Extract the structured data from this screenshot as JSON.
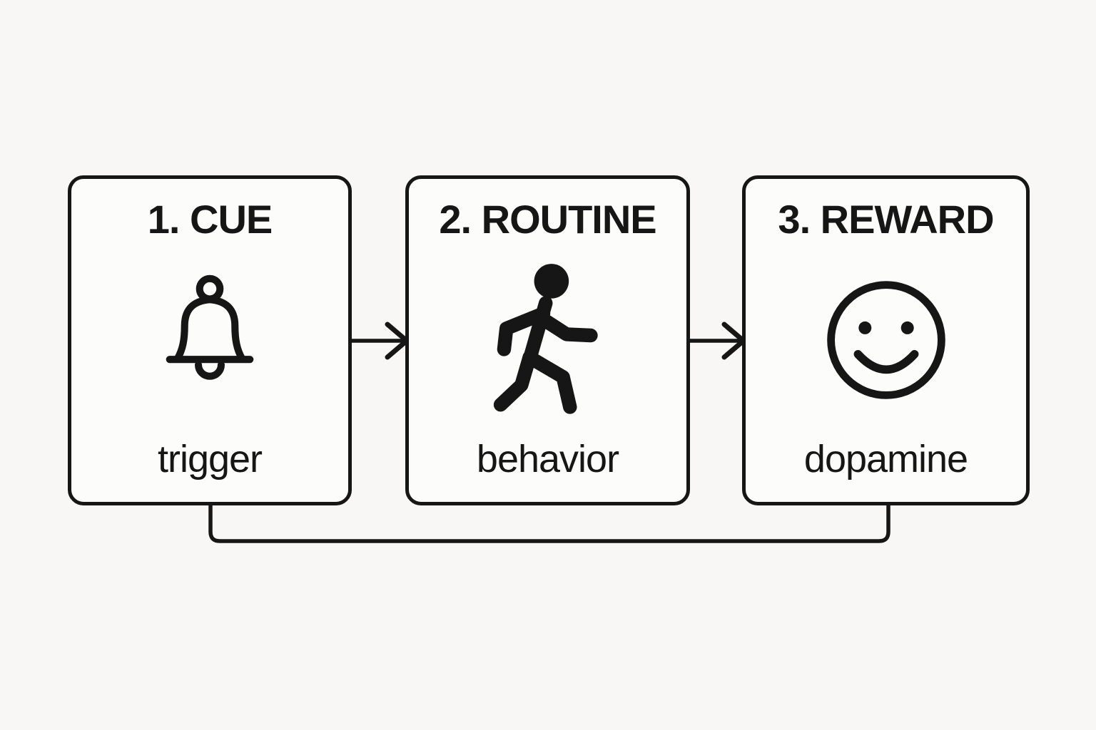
{
  "diagram": {
    "steps": [
      {
        "number_label": "1. CUE",
        "caption": "trigger",
        "icon": "bell"
      },
      {
        "number_label": "2. ROUTINE",
        "caption": "behavior",
        "icon": "walking-person"
      },
      {
        "number_label": "3. REWARD",
        "caption": "dopamine",
        "icon": "smiley-face"
      }
    ],
    "connectors": {
      "forward_arrows": [
        "cue-to-routine",
        "routine-to-reward"
      ],
      "feedback_loop": "reward-back-to-cue"
    },
    "colors": {
      "background": "#f8f7f5",
      "card_fill": "#fcfcfb",
      "stroke": "#161616"
    }
  }
}
